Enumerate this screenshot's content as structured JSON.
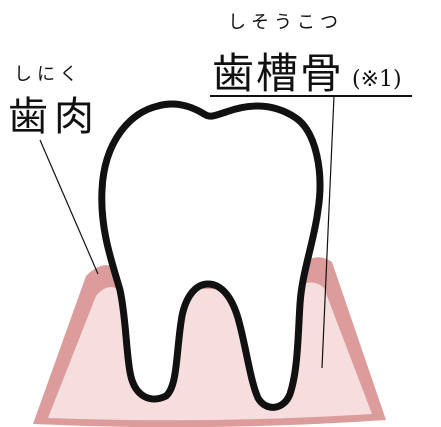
{
  "labels": {
    "gum": {
      "reading": "しにく",
      "term": "歯肉"
    },
    "alveolar_bone": {
      "reading": "しそうこつ",
      "term": "歯槽骨",
      "note": "(※1)"
    }
  },
  "colors": {
    "bone_fill": "#f7dede",
    "gum_band": "#dc9c9c",
    "tooth_fill": "#ffffff",
    "outline": "#111111"
  }
}
